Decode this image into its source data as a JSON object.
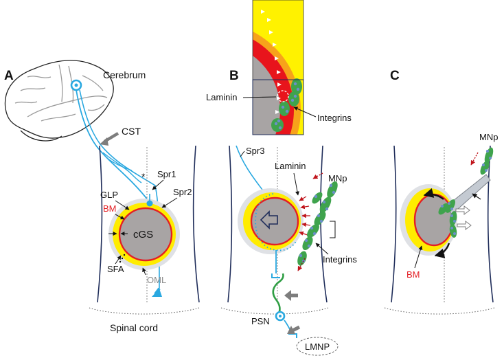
{
  "panels": {
    "a": "A",
    "b": "B",
    "c": "C"
  },
  "labels": {
    "cerebrum": "Cerebrum",
    "cst": "CST",
    "spr1": "Spr1",
    "spr2": "Spr2",
    "asterisk": "*",
    "glp": "GLP",
    "bm": "BM",
    "cgs": "cGS",
    "sfa": "SFA",
    "oml": "OML",
    "spinal_cord": "Spinal cord",
    "laminin_inset": "Laminin",
    "integrins_inset": "Integrins",
    "spr3": "Spr3",
    "laminin_b": "Laminin",
    "mnp_b": "MNp",
    "integrins_b": "Integrins",
    "psn": "PSN",
    "lmnp": "LMNP",
    "mnp_c": "MNp",
    "bm_c": "BM"
  },
  "colors": {
    "neuron": "#29a8e0",
    "bm": "#e31e24",
    "glp": "#ffec00",
    "gs": "#a8a4a4",
    "oml": "#d8dbe0",
    "arrow_gray": "#7d7d7d",
    "cord_outline": "#1f2d5a",
    "mnp_green": "#3fa34d",
    "mnp_blue": "#6b8fc9",
    "green_neuron": "#2f9e44",
    "inset_red": "#e8141c",
    "inset_orange": "#f7a21b",
    "inset_yellow": "#fff200"
  }
}
